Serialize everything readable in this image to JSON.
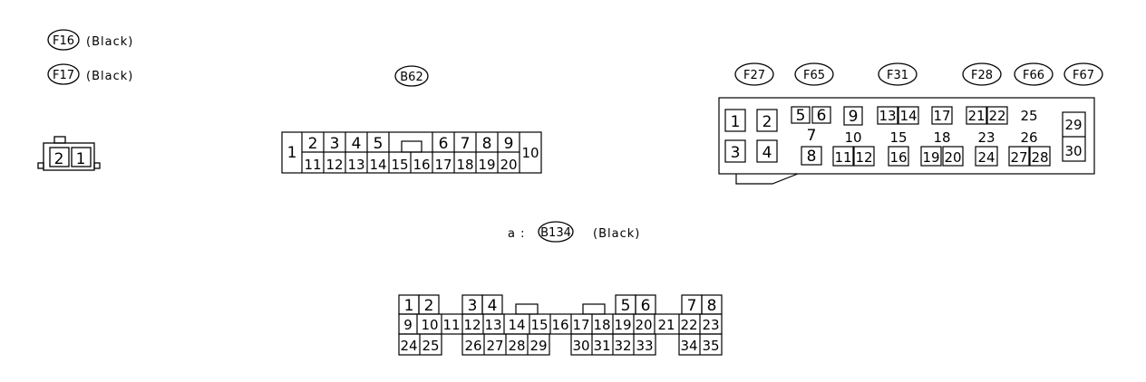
{
  "labels": {
    "f16": {
      "code": "F16",
      "color": "(Black)"
    },
    "f17": {
      "code": "F17",
      "color": "(Black)"
    },
    "b62": {
      "code": "B62"
    },
    "b134": {
      "prefix": "a :",
      "code": "B134",
      "color": "(Black)"
    }
  },
  "row_connector": {
    "codes": [
      "F27",
      "F65",
      "F31",
      "F28",
      "F66",
      "F67"
    ]
  },
  "connectors": {
    "c21": {
      "pins": [
        "2",
        "1"
      ]
    },
    "b62": {
      "left_pin": "1",
      "top_a": [
        "2",
        "3",
        "4",
        "5"
      ],
      "top_b": [
        "6",
        "7",
        "8",
        "9"
      ],
      "right_pin": "10",
      "bottom": [
        "11",
        "12",
        "13",
        "14",
        "15",
        "16",
        "17",
        "18",
        "19",
        "20"
      ]
    },
    "f_block": {
      "f27": [
        "1",
        "2",
        "3",
        "4"
      ],
      "f65": [
        "5",
        "6",
        "7",
        "8"
      ],
      "f31": [
        "9",
        "10",
        "11",
        "12",
        "13",
        "14",
        "15",
        "16"
      ],
      "f28": [
        "17",
        "18",
        "19",
        "20",
        "21",
        "22",
        "23",
        "24"
      ],
      "f66": [
        "25",
        "26",
        "27",
        "28"
      ],
      "f67": [
        "29",
        "30"
      ]
    },
    "b134": {
      "top": [
        "1",
        "2",
        "3",
        "4",
        "5",
        "6",
        "7",
        "8"
      ],
      "middle": [
        "9",
        "10",
        "11",
        "12",
        "13",
        "14",
        "15",
        "16",
        "17",
        "18",
        "19",
        "20",
        "21",
        "22",
        "23"
      ],
      "bottom": [
        "24",
        "25",
        "26",
        "27",
        "28",
        "29",
        "30",
        "31",
        "32",
        "33",
        "34",
        "35"
      ]
    }
  }
}
